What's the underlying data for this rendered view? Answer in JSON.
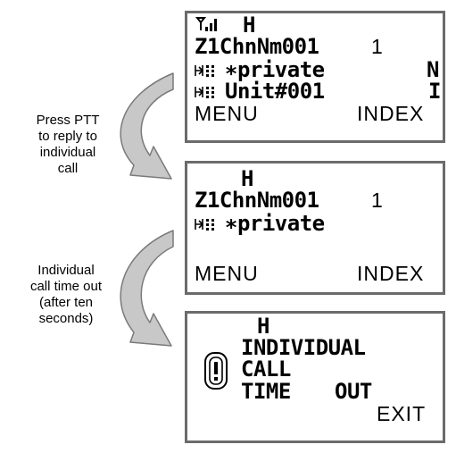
{
  "screens": [
    {
      "status": "H",
      "channel": "Z1ChnNm001",
      "channel_num": "1",
      "row1_text": "∗private",
      "row1_flag": "N",
      "row2_text": "Unit#001",
      "row2_flag": "I",
      "left_softkey": "MENU",
      "right_softkey": "INDEX"
    },
    {
      "status": "H",
      "channel": "Z1ChnNm001",
      "channel_num": "1",
      "row1_text": "∗private",
      "left_softkey": "MENU",
      "right_softkey": "INDEX"
    },
    {
      "status": "H",
      "line1": "INDIVIDUAL",
      "line2": "CALL",
      "line3a": "TIME",
      "line3b": "OUT",
      "softkey": "EXIT"
    }
  ],
  "annotations": {
    "first": [
      "Press PTT",
      "to reply to",
      "individual",
      "call"
    ],
    "second": [
      "Individual",
      "call time out",
      "(after ten",
      "seconds)"
    ]
  },
  "colors": {
    "frame": "#6b6b6b",
    "arrow_fill": "#c8c8c8",
    "arrow_stroke": "#7a7a7a"
  },
  "icons": [
    "signal-strength-icon",
    "individual-call-icon",
    "alert-icon"
  ]
}
